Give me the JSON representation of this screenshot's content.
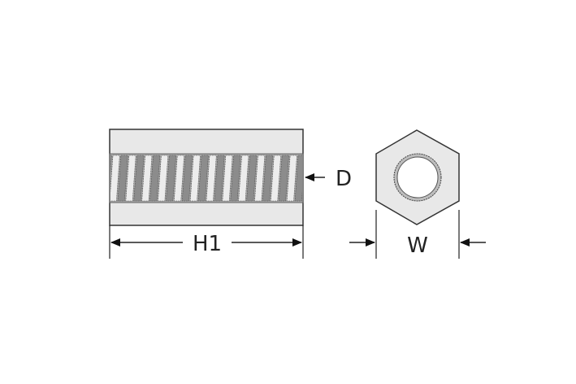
{
  "diagram": {
    "labels": {
      "height": "H1",
      "diameter": "D",
      "width": "W"
    },
    "colors": {
      "body": "#e8e8e8",
      "outline": "#333333",
      "thread_light": "#ececec",
      "thread_dark": "#8c8c8c",
      "thread_band": "#a8a8a8"
    },
    "thread_count": 12
  }
}
